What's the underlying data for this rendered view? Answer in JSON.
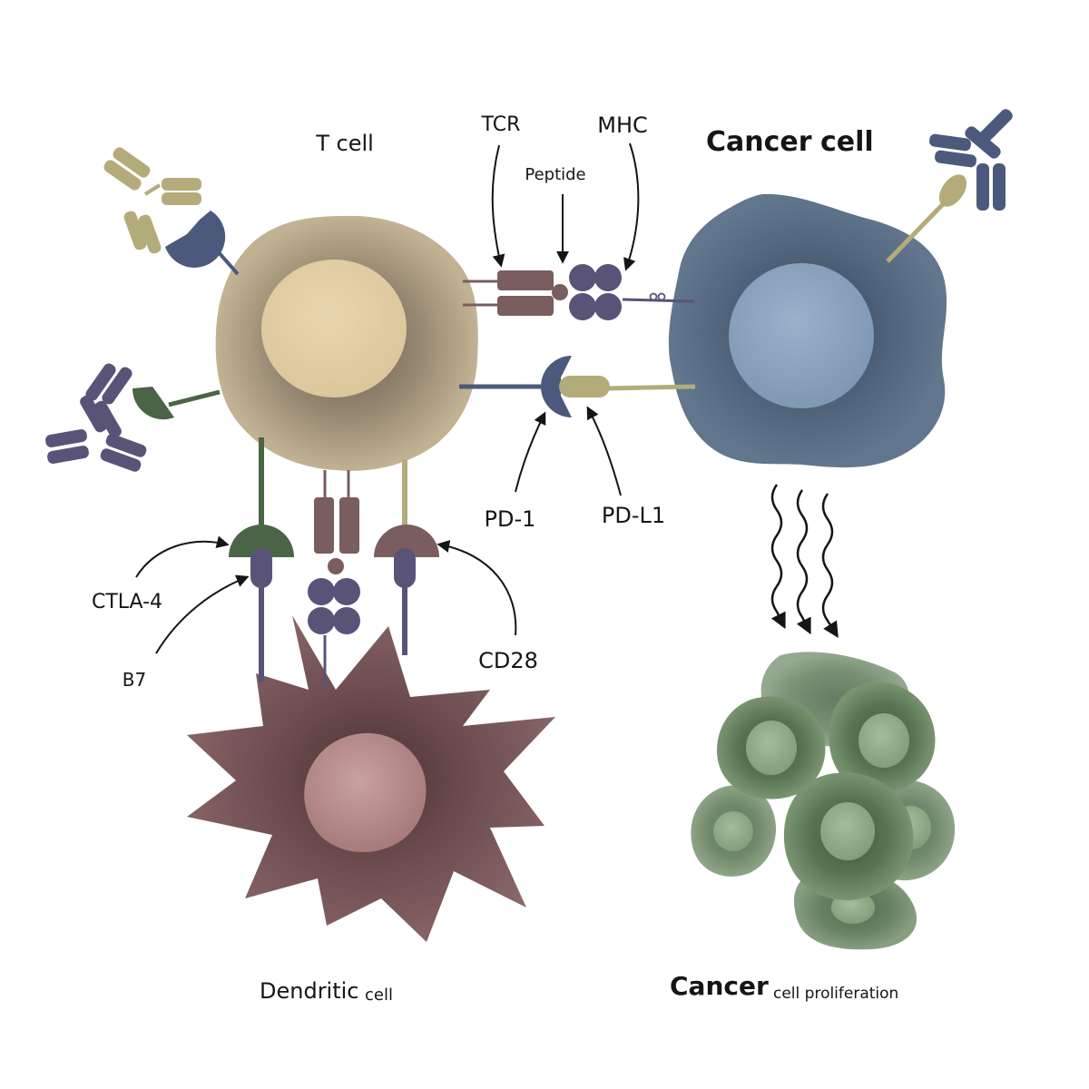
{
  "labels": {
    "t_cell": "T cell",
    "tcr": "TCR",
    "mhc": "MHC",
    "peptide": "Peptide",
    "cancer_cell_bold": "Cancer",
    "cancer_cell_bold2": "cell",
    "pd1": "PD-1",
    "pdl1": "PD-L1",
    "ctla4": "CTLA-4",
    "b7": "B7",
    "cd28": "CD28",
    "dendritic_a": "Dendritic",
    "dendritic_b": "cell",
    "prolif_bold": "Cancer",
    "prolif_rest": "cell proliferation"
  },
  "colors": {
    "t_cell_outer": "#b8a98a",
    "t_cell_inner": "#e2cda5",
    "cancer_outer": "#5b7088",
    "cancer_inner": "#8fa7c1",
    "dendritic_outer": "#7a5659",
    "dendritic_inner": "#b88d8d",
    "tumor_outer": "#5f7a5b",
    "tumor_inner": "#8aa584",
    "navy": "#4b5a7c",
    "purple": "#5a5378",
    "mauve": "#7a5d5e",
    "green": "#4a6545",
    "khaki": "#b3ac7a"
  }
}
